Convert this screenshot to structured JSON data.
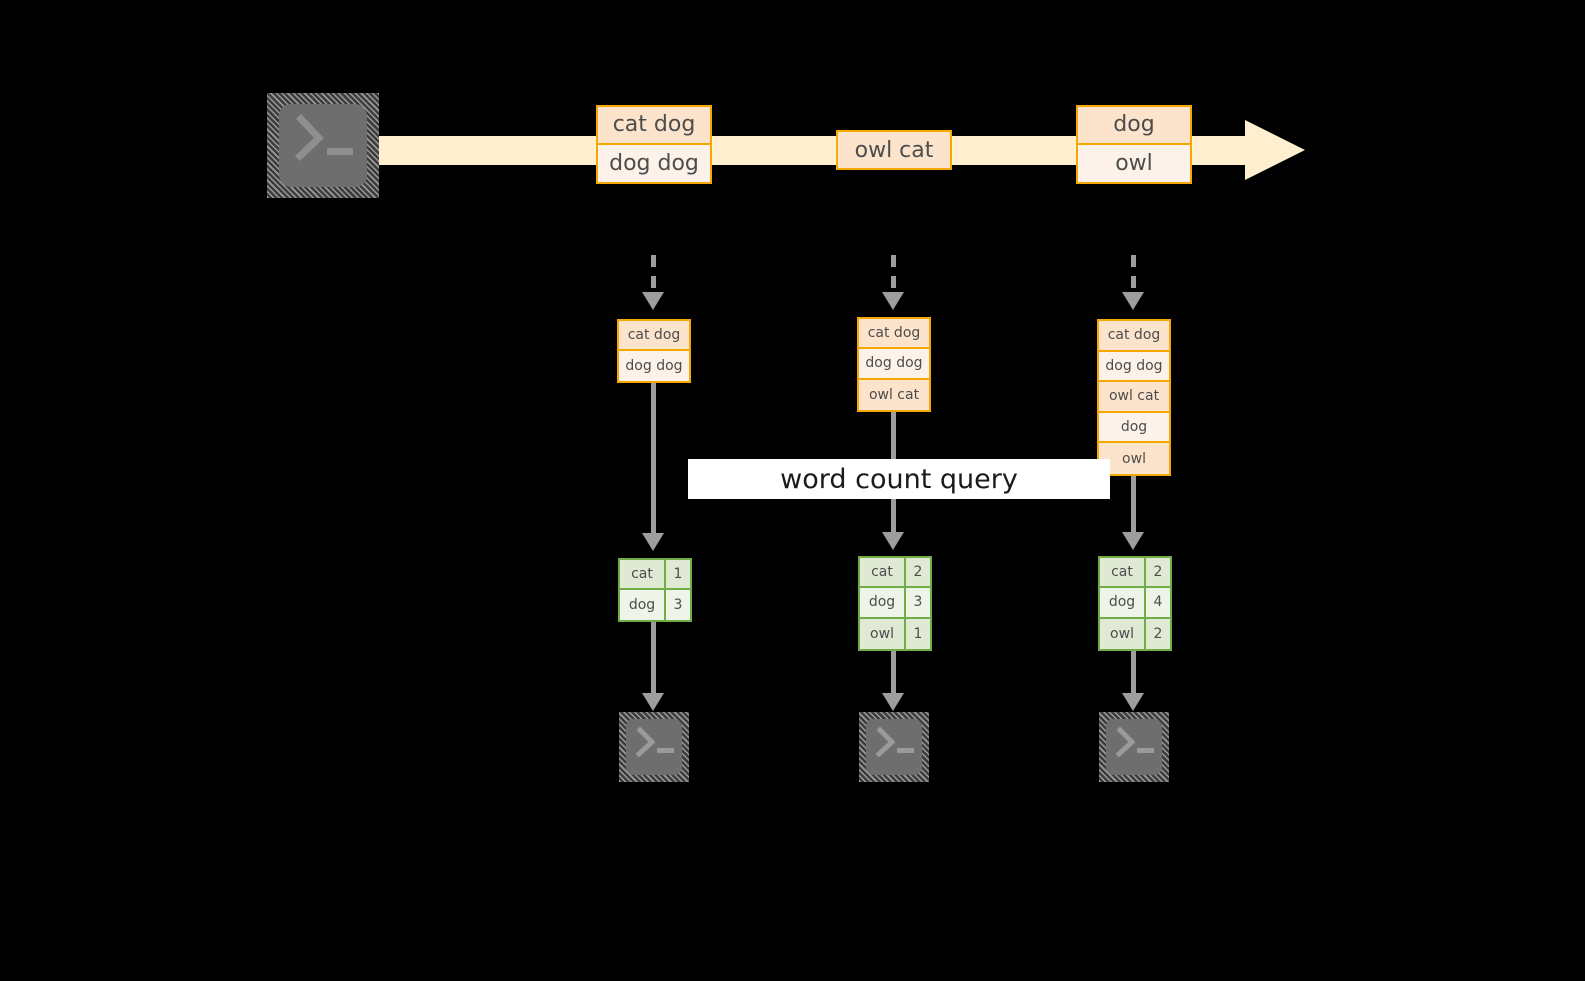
{
  "theme": {
    "background": "#000000",
    "stream_band": "#ffefce",
    "record_border": "#f6a800",
    "record_fill": "#fdf2e9",
    "record_fill_shaded": "#fce3cb",
    "count_border": "#71ad47",
    "count_fill": "#eef4e8",
    "count_fill_shaded": "#dfe9d4",
    "arrow_gray": "#9d9d9d",
    "terminal_gray": "#6e6e6e",
    "label_background": "#ffffff",
    "text": "#4d4d4d"
  },
  "stream": {
    "source_icon": "terminal-icon",
    "groups": [
      {
        "id": "group-1",
        "rows": [
          {
            "text": "cat dog",
            "shaded": true
          },
          {
            "text": "dog dog",
            "shaded": false
          }
        ]
      },
      {
        "id": "group-2",
        "rows": [
          {
            "text": "owl cat",
            "shaded": true
          }
        ]
      },
      {
        "id": "group-3",
        "rows": [
          {
            "text": "dog",
            "shaded": true
          },
          {
            "text": "owl",
            "shaded": false
          }
        ]
      }
    ]
  },
  "query": {
    "label": "word count query"
  },
  "columns": [
    {
      "id": "column-1",
      "input_table": {
        "rows": [
          {
            "text": "cat dog",
            "shaded": true
          },
          {
            "text": "dog dog",
            "shaded": false
          }
        ]
      },
      "result_table": {
        "rows": [
          {
            "word": "cat",
            "count": "1",
            "shaded": true
          },
          {
            "word": "dog",
            "count": "3",
            "shaded": false
          }
        ]
      },
      "sink_icon": "terminal-icon"
    },
    {
      "id": "column-2",
      "input_table": {
        "rows": [
          {
            "text": "cat dog",
            "shaded": true
          },
          {
            "text": "dog dog",
            "shaded": false
          },
          {
            "text": "owl cat",
            "shaded": true
          }
        ]
      },
      "result_table": {
        "rows": [
          {
            "word": "cat",
            "count": "2",
            "shaded": true
          },
          {
            "word": "dog",
            "count": "3",
            "shaded": false
          },
          {
            "word": "owl",
            "count": "1",
            "shaded": true
          }
        ]
      },
      "sink_icon": "terminal-icon"
    },
    {
      "id": "column-3",
      "input_table": {
        "rows": [
          {
            "text": "cat dog",
            "shaded": true
          },
          {
            "text": "dog dog",
            "shaded": false
          },
          {
            "text": "owl cat",
            "shaded": true
          },
          {
            "text": "dog",
            "shaded": false
          },
          {
            "text": "owl",
            "shaded": true
          }
        ]
      },
      "result_table": {
        "rows": [
          {
            "word": "cat",
            "count": "2",
            "shaded": true
          },
          {
            "word": "dog",
            "count": "4",
            "shaded": false
          },
          {
            "word": "owl",
            "count": "2",
            "shaded": true
          }
        ]
      },
      "sink_icon": "terminal-icon"
    }
  ]
}
